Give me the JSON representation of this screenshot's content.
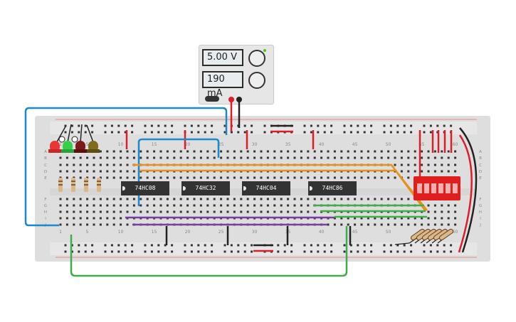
{
  "power_supply": {
    "voltage": "5.00 V",
    "current": "190 mA"
  },
  "chips": [
    {
      "label": "74HC08"
    },
    {
      "label": "74HC32"
    },
    {
      "label": "74HC04"
    },
    {
      "label": "74HC86"
    }
  ],
  "column_numbers": [
    "1",
    "5",
    "10",
    "15",
    "20",
    "25",
    "30",
    "35",
    "40",
    "45",
    "50",
    "55",
    "60"
  ],
  "row_letters": [
    "A",
    "B",
    "C",
    "D",
    "E",
    "F",
    "G",
    "H",
    "I",
    "J"
  ],
  "colors": {
    "wire_blue": "#1e88c8",
    "wire_orange": "#e8901a",
    "wire_purple": "#7b3fa0",
    "wire_green": "#3fae49",
    "wire_red": "#d9202a",
    "wire_black": "#222222",
    "dip_switch": "#e01e1e"
  }
}
